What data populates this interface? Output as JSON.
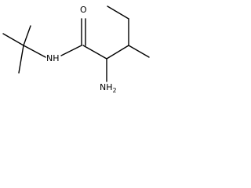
{
  "molecule": {
    "atoms": {
      "oxygen": "O",
      "amide_nitrogen": "NH",
      "amine_group": {
        "symbol": "NH",
        "subscript": "2"
      }
    },
    "colors": {
      "bond": "#000000",
      "label": "#000000",
      "background": "#ffffff"
    }
  }
}
